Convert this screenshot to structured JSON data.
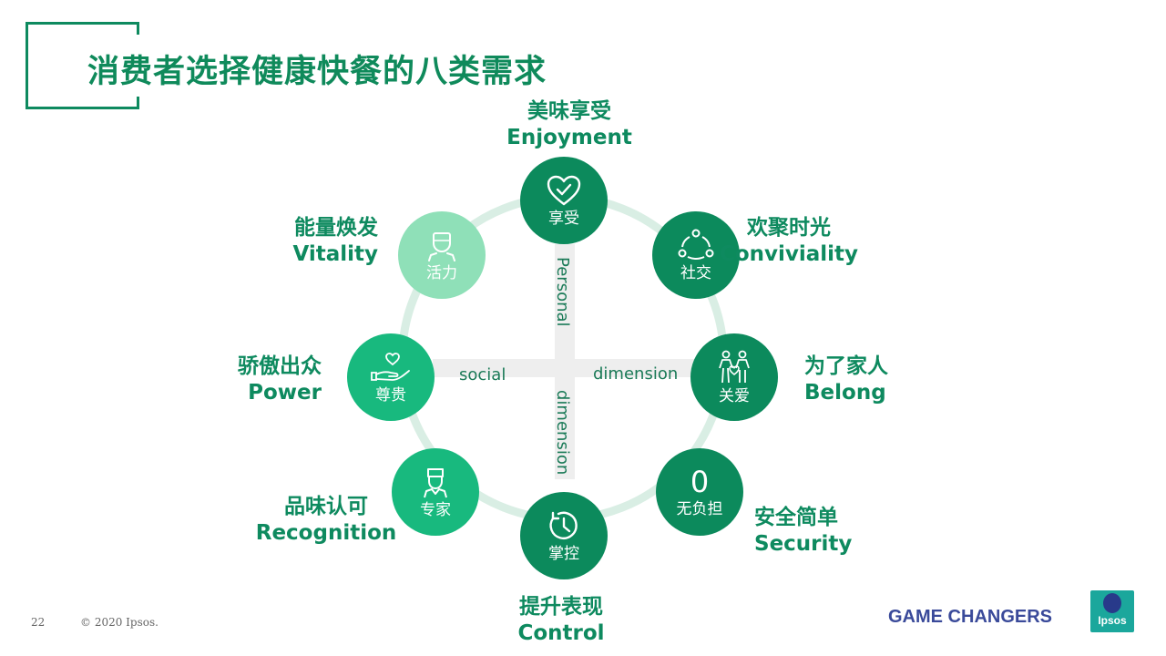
{
  "title": "消费者选择健康快餐的八类需求",
  "axis": {
    "personal": "Personal",
    "social": "social",
    "dimension_h": "dimension",
    "dimension_v": "dimension"
  },
  "nodes": [
    {
      "id": "enjoyment",
      "icon": "heart-check-icon",
      "label": "享受",
      "zh": "美味享受",
      "en": "Enjoyment"
    },
    {
      "id": "conviviality",
      "icon": "people-circle-icon",
      "label": "社交",
      "zh": "欢聚时光",
      "en": "Conviviality"
    },
    {
      "id": "belong",
      "icon": "family-icon",
      "label": "关爱",
      "zh": "为了家人",
      "en": "Belong"
    },
    {
      "id": "security",
      "icon": "zero-icon",
      "glyph": "0",
      "label": "无负担",
      "zh": "安全简单",
      "en": "Security"
    },
    {
      "id": "control",
      "icon": "clock-icon",
      "label": "掌控",
      "zh": "提升表现",
      "en": "Control"
    },
    {
      "id": "recognition",
      "icon": "chef-icon",
      "label": "专家",
      "zh": "品味认可",
      "en": "Recognition"
    },
    {
      "id": "power",
      "icon": "hand-heart-icon",
      "label": "尊贵",
      "zh": "骄傲出众",
      "en": "Power"
    },
    {
      "id": "vitality",
      "icon": "person-icon",
      "label": "活力",
      "zh": "能量焕发",
      "en": "Vitality"
    }
  ],
  "colors": {
    "brand_green": "#0e8a5f",
    "dark_node": "#0c8a5c",
    "mid_node": "#18b97e",
    "light_node": "#8fe0b8",
    "ring": "#d9eee4",
    "navy": "#3a4a9a",
    "teal": "#1ba79c"
  },
  "footer": {
    "page_number": "22",
    "copyright": "© 2020 Ipsos.",
    "tagline": "GAME CHANGERS",
    "logo_text": "Ipsos"
  }
}
